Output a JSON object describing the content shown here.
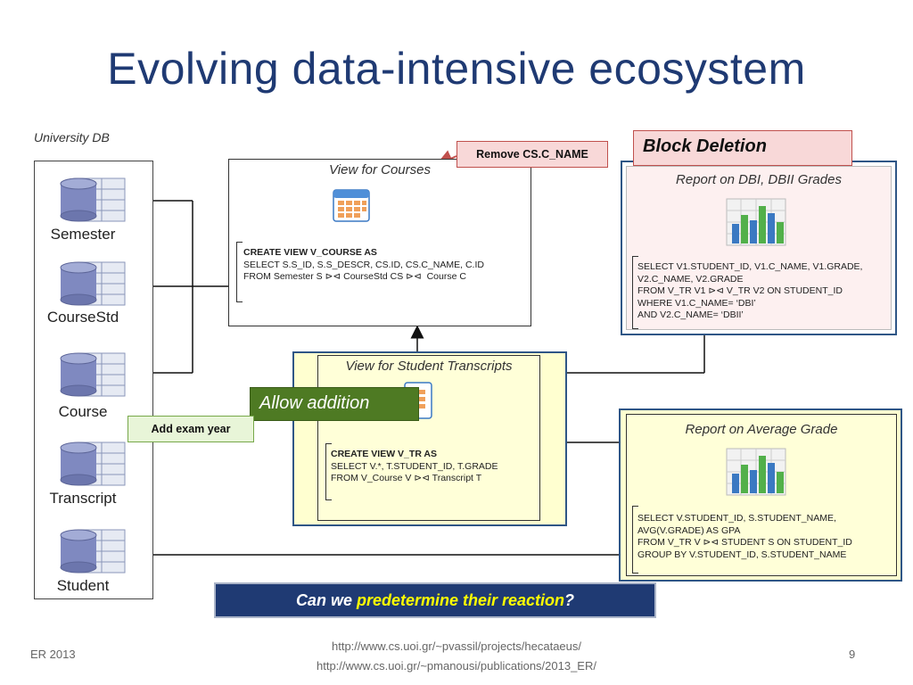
{
  "slide": {
    "title": "Evolving data-intensive ecosystem",
    "footer_left": "ER 2013",
    "footer_urls": [
      "http://www.cs.uoi.gr/~pvassil/projects/hecataeus/",
      "http://www.cs.uoi.gr/~pmanousi/publications/2013_ER/"
    ],
    "page_number": "9"
  },
  "university_db": {
    "label": "University DB",
    "tables": [
      "Semester",
      "CourseStd",
      "Course",
      "Transcript",
      "Student"
    ]
  },
  "view_courses": {
    "title": "View for Courses",
    "sql": [
      "CREATE VIEW V_COURSE AS",
      "SELECT S.S_ID, S.S_DESCR, CS.ID, CS.C_NAME, C.ID",
      "FROM Semester S ⊳⊲ CourseStd CS ⊳⊲  Course C"
    ]
  },
  "view_transcripts": {
    "title": "View for Student Transcripts",
    "sql": [
      "CREATE VIEW V_TR AS",
      "SELECT V.*, T.STUDENT_ID, T.GRADE",
      "FROM V_Course V ⊳⊲ Transcript T"
    ]
  },
  "report_dbi": {
    "title": "Report on DBI, DBII Grades",
    "sql": [
      "SELECT V1.STUDENT_ID, V1.C_NAME, V1.GRADE,",
      "V2.C_NAME, V2.GRADE",
      "FROM V_TR V1 ⊳⊲ V_TR V2 ON STUDENT_ID",
      "WHERE V1.C_NAME= ‘DBI’",
      "AND V2.C_NAME= ‘DBII’"
    ]
  },
  "report_avg": {
    "title": "Report on Average Grade",
    "sql": [
      "SELECT V.STUDENT_ID, S.STUDENT_NAME,",
      "AVG(V.GRADE) AS GPA",
      "FROM V_TR V ⊳⊲ STUDENT S ON STUDENT_ID",
      "GROUP BY V.STUDENT_ID, S.STUDENT_NAME"
    ]
  },
  "callouts": {
    "remove": "Remove CS.C_NAME",
    "add_exam": "Add exam year",
    "block_deletion": "Block Deletion",
    "allow_addition": "Allow addition"
  },
  "question": {
    "prefix": "Can we ",
    "highlight": "predetermine their reaction",
    "suffix": "?"
  },
  "colors": {
    "title": "#1f3a73",
    "callout_red_fill": "#f8d8d8",
    "callout_red_border": "#c0504d",
    "callout_green_fill": "#e8f5d8",
    "callout_green_border": "#77a84a",
    "allow_fill": "#4e7a23",
    "yellow_panel": "#ffffd0",
    "pink_panel": "#fdf0f0",
    "blue_border": "#2f5686",
    "question_bg": "#1f3a73",
    "question_highlight": "#ffff00"
  }
}
